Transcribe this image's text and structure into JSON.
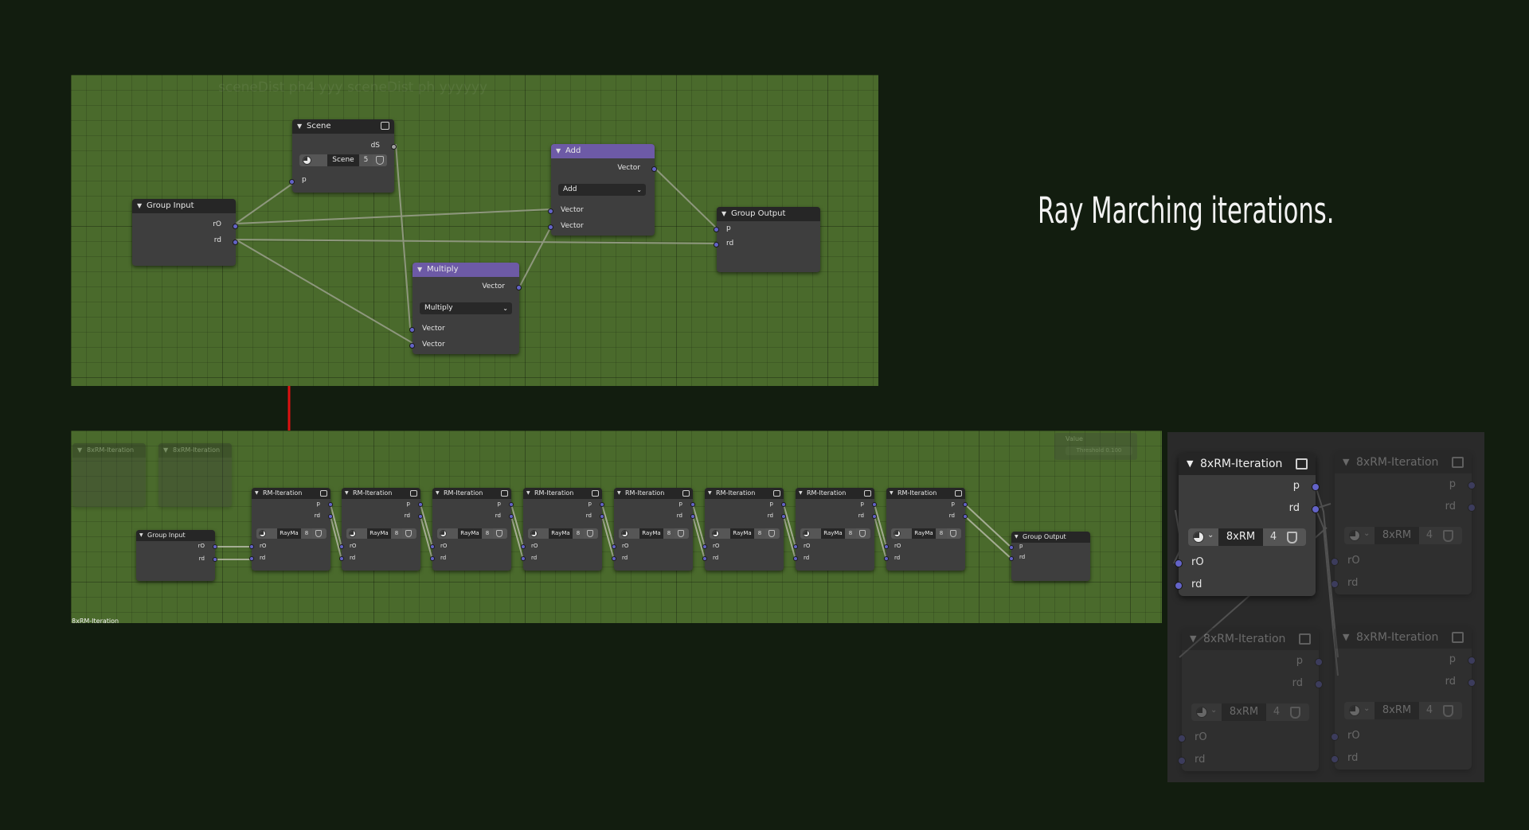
{
  "title": "Ray Marching iterations.",
  "ghost_text": "sceneDist ph4 yyy sceneDist ph yyyyyy",
  "top_nodes": {
    "scene": {
      "title": "Scene",
      "out": "dS",
      "datablock": "Scene",
      "users": "5",
      "in": "p"
    },
    "group_input": {
      "title": "Group Input",
      "outs": [
        "rO",
        "rd"
      ]
    },
    "add": {
      "title": "Add",
      "out": "Vector",
      "op": "Add",
      "ins": [
        "Vector",
        "Vector"
      ]
    },
    "multiply": {
      "title": "Multiply",
      "out": "Vector",
      "op": "Multiply",
      "ins": [
        "Vector",
        "Vector"
      ]
    },
    "group_output": {
      "title": "Group Output",
      "ins": [
        "p",
        "rd"
      ]
    }
  },
  "chain": {
    "group_input": {
      "title": "Group Input",
      "outs": [
        "rO",
        "rd"
      ]
    },
    "iteration": {
      "title": "RM-Iteration",
      "outs": [
        "p",
        "rd"
      ],
      "datablock": "RayMa",
      "users": "8",
      "ins": [
        "rO",
        "rd"
      ]
    },
    "group_output": {
      "title": "Group Output",
      "ins": [
        "p",
        "rd"
      ]
    },
    "caption": "8xRM-Iteration",
    "ghost_nodes": [
      "8xRM-Iteration",
      "8xRM-Iteration"
    ],
    "value_node": {
      "title": "Value",
      "value": "Threshold 0.100"
    }
  },
  "big_nodes": {
    "title": "8xRM-Iteration",
    "outs": [
      "p",
      "rd"
    ],
    "datablock": "8xRM",
    "users": "4",
    "ins": [
      "rO",
      "rd"
    ]
  },
  "colors": {
    "background": "#121d0f",
    "canvas_green": "#4a6a2c",
    "socket_vector": "#6363c7",
    "socket_float": "#a1a1a1",
    "math_header": "#6d5aa6",
    "arrow": "#dd1111"
  }
}
